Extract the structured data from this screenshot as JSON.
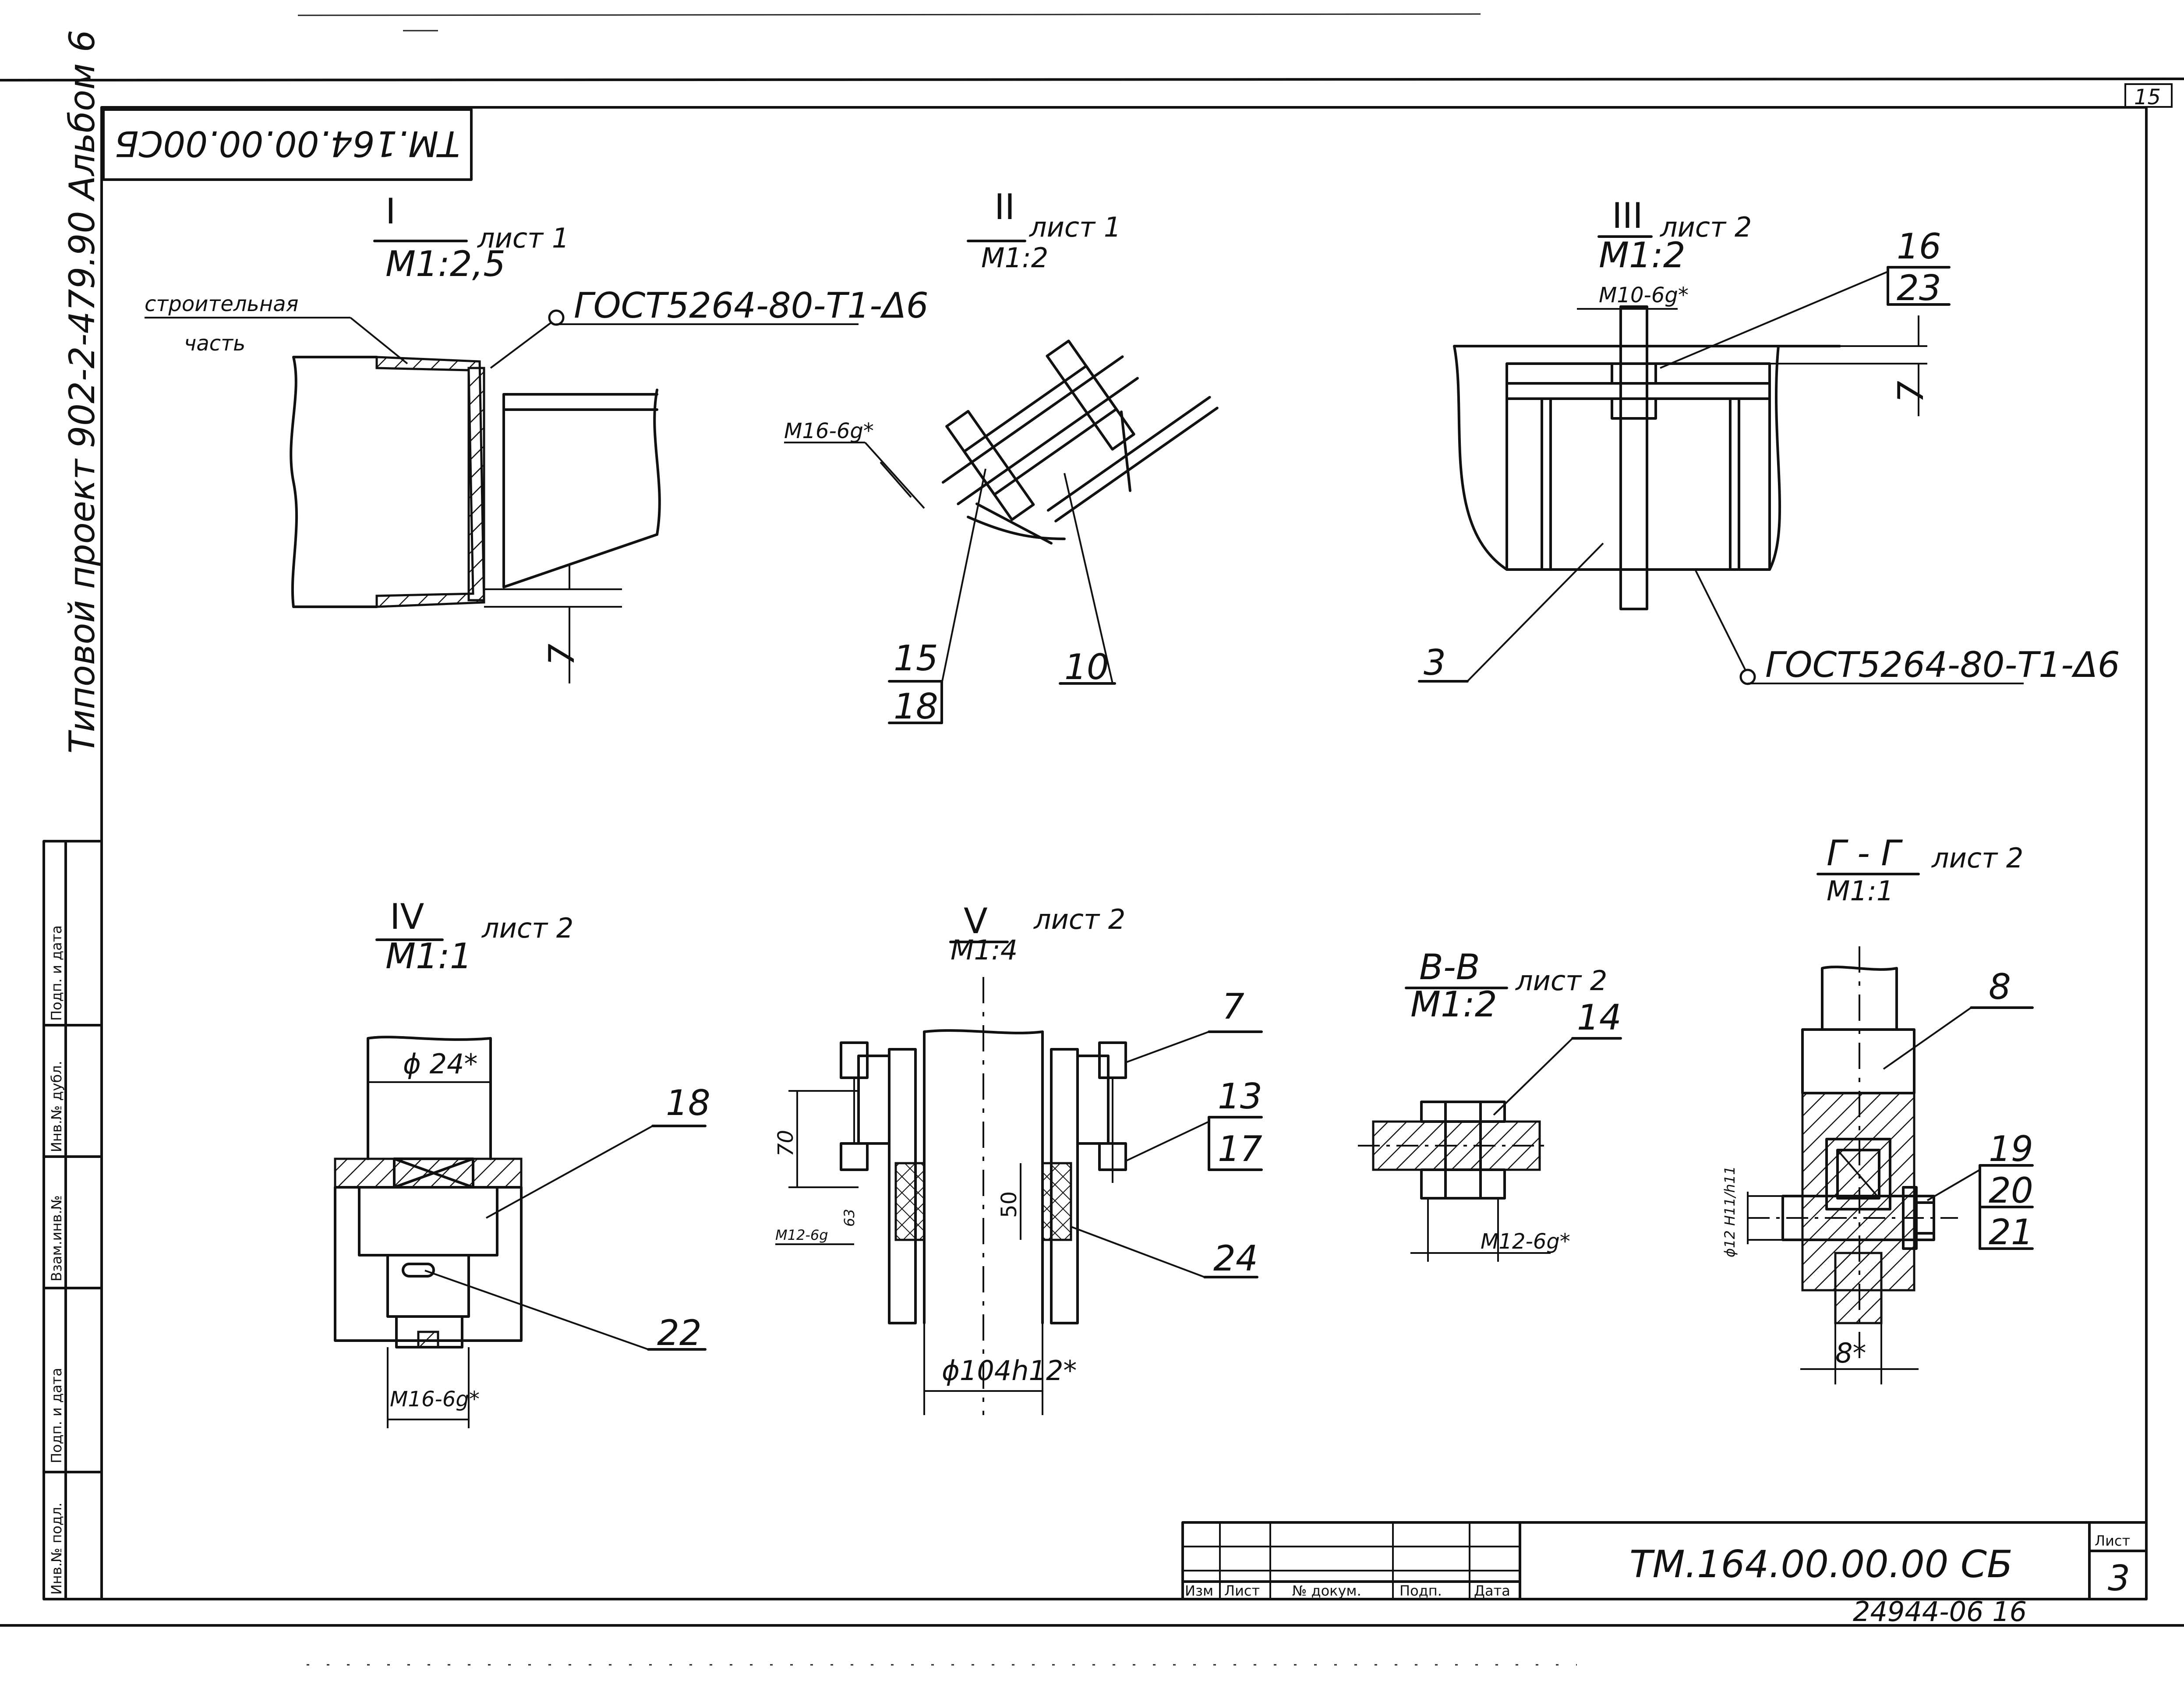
{
  "sheet": {
    "corner_number": "15",
    "stamp_code_rotated": "ТМ.164.00.00.00СБ",
    "side_title": "Типовой проект 902-2-479.90 Альбом 6",
    "main_code": "ТМ.164.00.00.00 СБ",
    "list_label": "Лист",
    "list_number": "3",
    "bottom_number": "24944-06 16"
  },
  "side_stamp": [
    "Инв.№ подл.",
    "Подп. и дата",
    "Взам.инв.№",
    "Инв.№ дубл.",
    "Подп. и дата"
  ],
  "title_block_headers": [
    "Изм",
    "Лист",
    "№ докум.",
    "Подп.",
    "Дата"
  ],
  "views": {
    "v1": {
      "numeral": "I",
      "sheet": "лист 1",
      "scale": "М1:2,5",
      "note_line1": "строительная",
      "note_line2": "часть",
      "weld": "ГОСТ5264-80-Т1-Δ6",
      "dim": "7"
    },
    "v2": {
      "numeral": "II",
      "sheet": "лист 1",
      "scale": "М1:2",
      "thread": "М16-6g*",
      "pos_a_top": "15",
      "pos_a_bottom": "18",
      "pos_b": "10"
    },
    "v3": {
      "numeral": "III",
      "sheet": "лист 2",
      "scale": "М1:2",
      "thread": "М10-6g*",
      "pos_top": "16",
      "pos_bottom": "23",
      "dim": "7",
      "pos_body": "3",
      "weld": "ГОСТ5264-80-Т1-Δ6"
    },
    "v4": {
      "numeral": "IV",
      "sheet": "лист 2",
      "scale": "М1:1",
      "diameter": "ϕ 24*",
      "pos_top": "18",
      "pos_pin": "22",
      "thread": "М16-6g*"
    },
    "v5": {
      "numeral": "V",
      "sheet": "лист 2",
      "scale": "М1:4",
      "pos_nut": "7",
      "pos_top": "13",
      "pos_bottom": "17",
      "pos_pad": "24",
      "dim_70": "70",
      "dim_50": "50",
      "dim_63": "63",
      "thread": "М12-6g",
      "diameter": "ϕ104h12*"
    },
    "vb": {
      "title": "В-В",
      "sheet": "лист 2",
      "scale": "М1:2",
      "pos": "14",
      "thread": "М12-6g*"
    },
    "vg": {
      "title": "Г - Г",
      "sheet": "лист 2",
      "scale": "М1:1",
      "pos_body": "8",
      "pos_a": "19",
      "pos_b": "20",
      "pos_c": "21",
      "fit": "ϕ12 H11/h11",
      "dim": "8*"
    }
  }
}
